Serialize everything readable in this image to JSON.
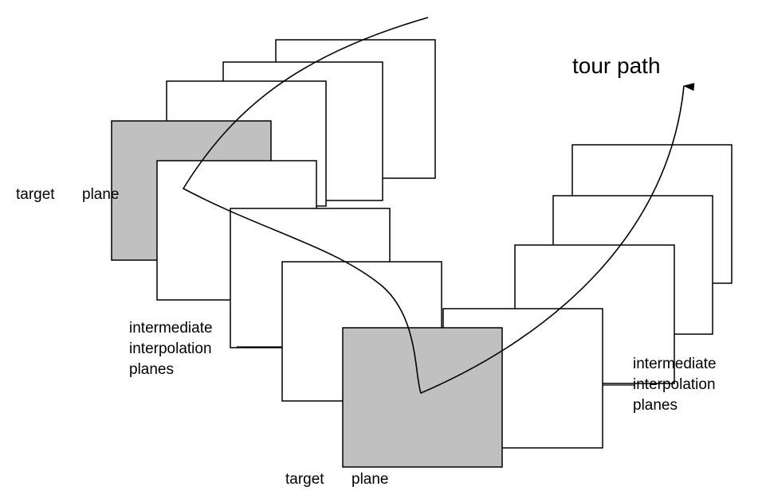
{
  "labels": {
    "tour_path": "tour path",
    "target_plane_left": {
      "word1": "target",
      "word2": "plane"
    },
    "target_plane_bottom": {
      "word1": "target",
      "word2": "plane"
    },
    "intermediate_left": [
      "intermediate",
      "interpolation",
      "planes"
    ],
    "intermediate_right": [
      "intermediate",
      "interpolation",
      "planes"
    ]
  },
  "colors": {
    "target_plane_fill": "#c0c0c0",
    "plane_fill": "#ffffff",
    "stroke": "#000000"
  }
}
